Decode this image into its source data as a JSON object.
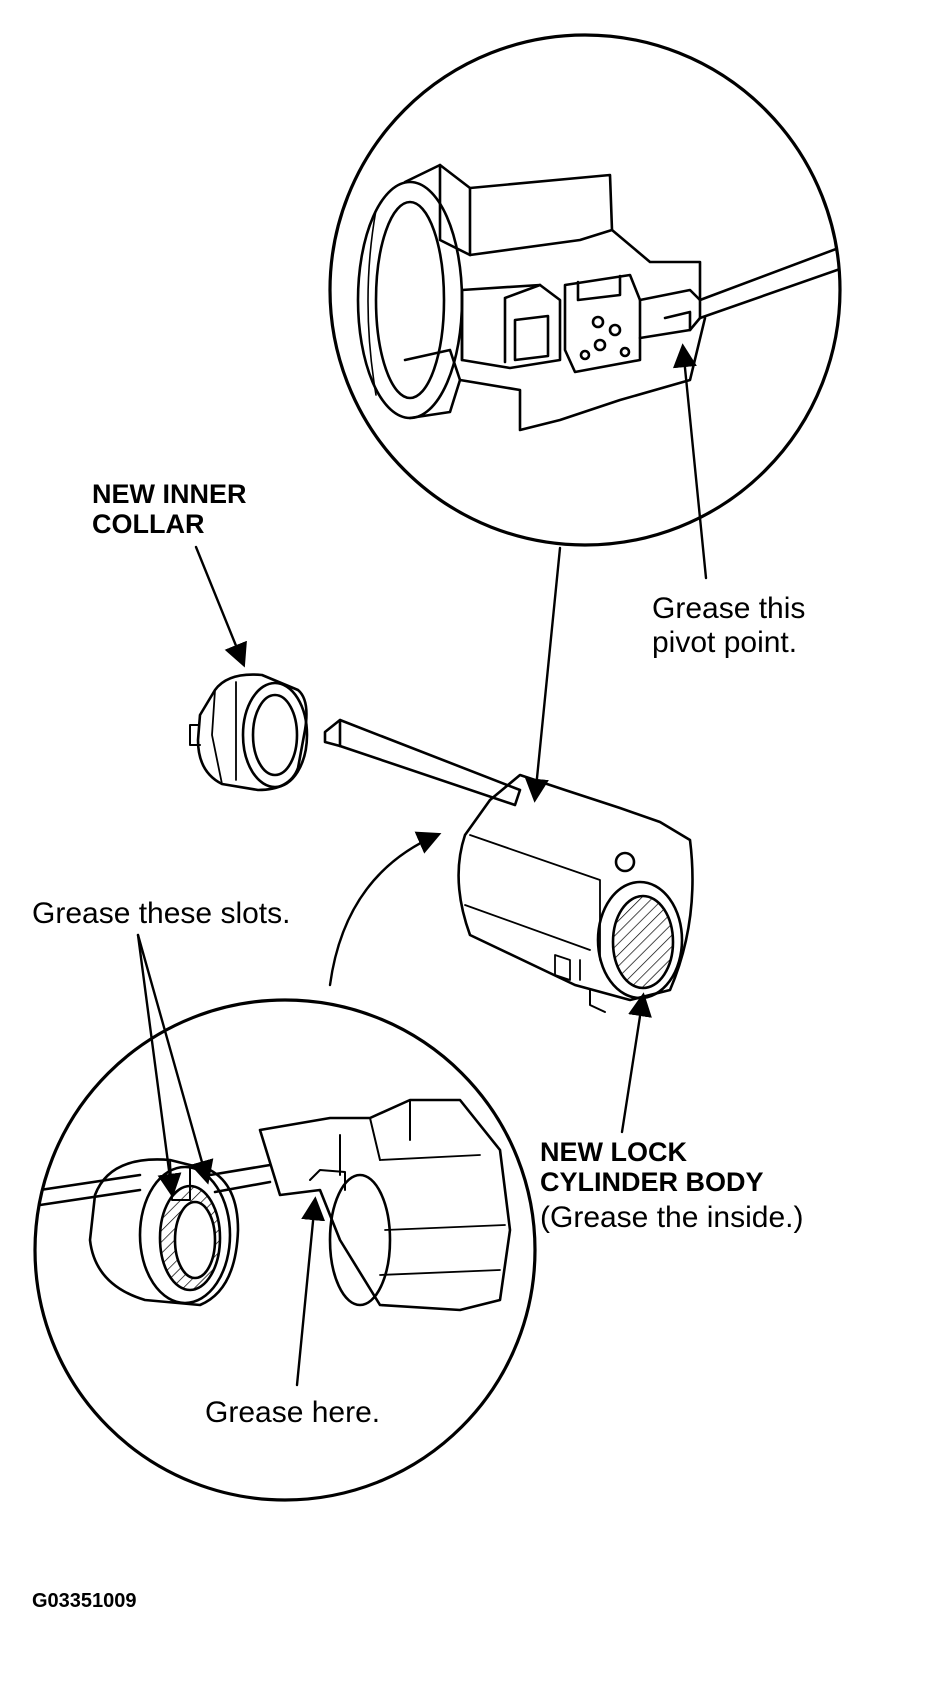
{
  "labels": {
    "new_inner_collar": "NEW INNER\nCOLLAR",
    "grease_pivot": "Grease this\npivot point.",
    "grease_slots": "Grease these slots.",
    "lock_cylinder_title": "NEW LOCK\nCYLINDER BODY",
    "lock_cylinder_note": "(Grease the inside.)",
    "grease_here": "Grease here.",
    "figure_code": "G03351009"
  },
  "colors": {
    "ink": "#000000",
    "paper": "#ffffff"
  }
}
